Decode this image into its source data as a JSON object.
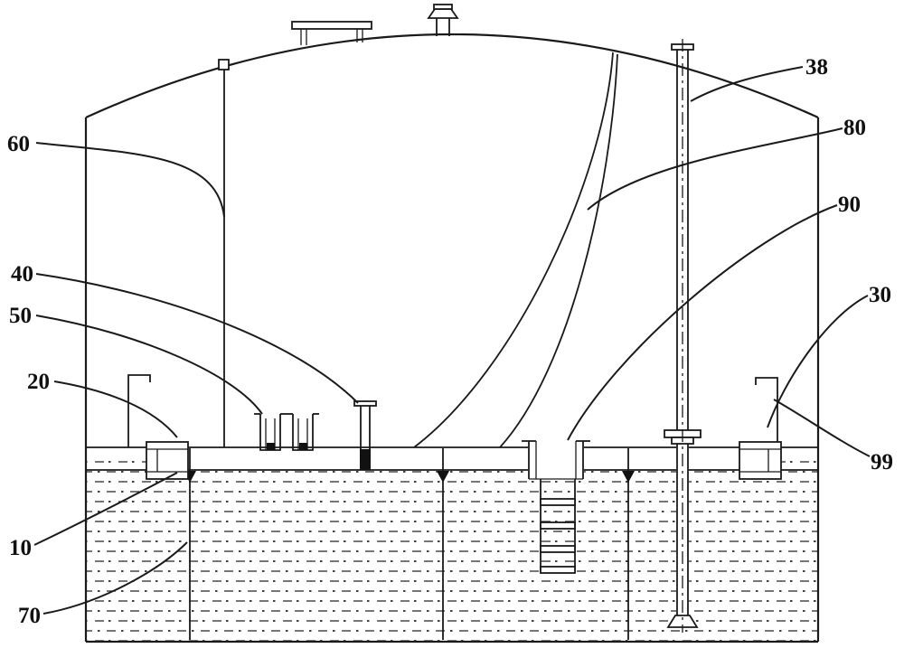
{
  "figure": {
    "background_color": "#ffffff",
    "line_color": "#1a1a1a",
    "labels": {
      "n10": "10",
      "n20": "20",
      "n30": "30",
      "n38": "38",
      "n40": "40",
      "n50": "50",
      "n60": "60",
      "n70": "70",
      "n80": "80",
      "n90": "90",
      "n99": "99"
    }
  }
}
